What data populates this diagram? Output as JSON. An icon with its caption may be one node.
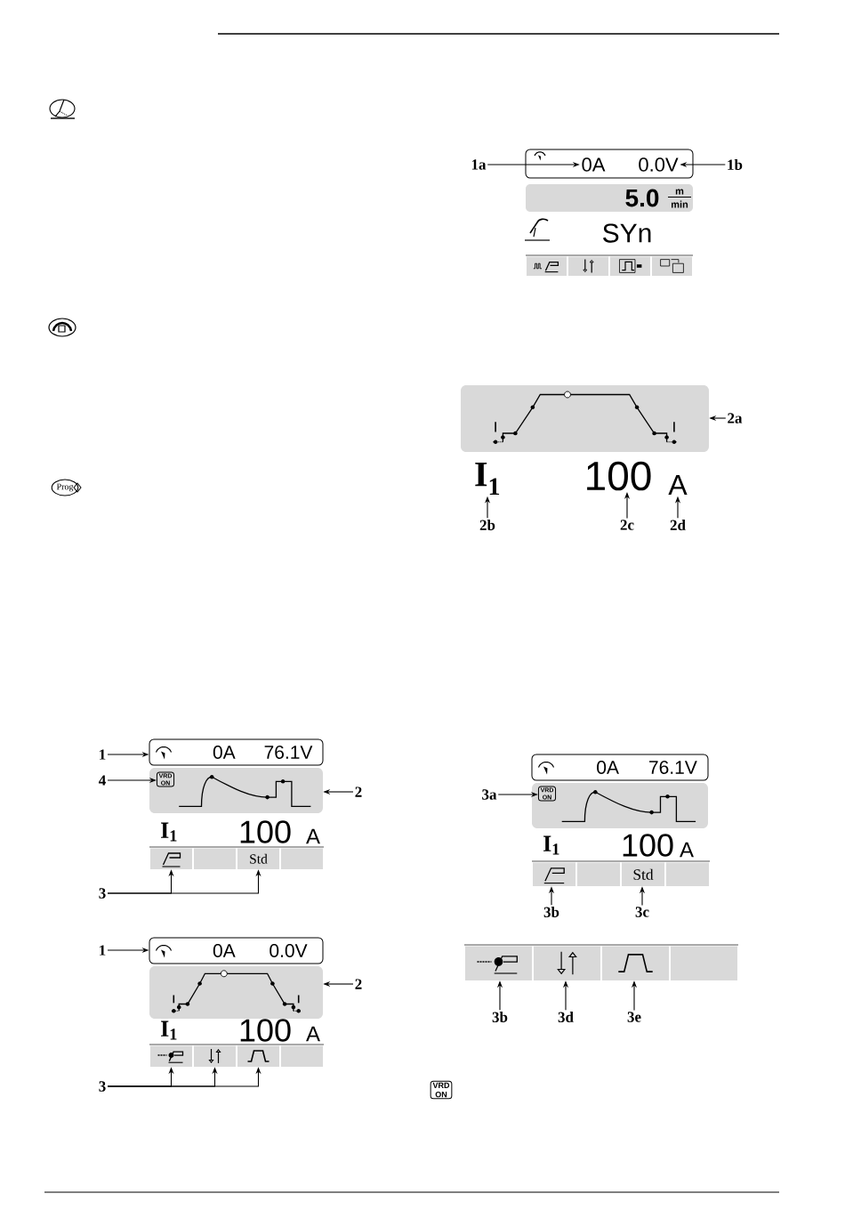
{
  "diagram": {
    "nodes": [
      {
        "text": [
          "1a"
        ]
      },
      {
        "text": [],
        "shape": "box"
      },
      {
        "text": [
          "0A"
        ],
        "in": 1
      },
      {
        "text": [
          "0.0V"
        ],
        "in": 1
      },
      {
        "text": [
          "1b"
        ]
      },
      {
        "text": [
          "5.0",
          "m",
          "min"
        ]
      },
      {
        "text": [],
        "shape": "box"
      },
      {
        "text": [],
        "shape": "box"
      },
      {
        "text": [],
        "shape": "box"
      },
      {
        "text": [],
        "shape": "box"
      },
      {
        "text": [],
        "shape": "box"
      },
      {
        "text": [
          "2a"
        ]
      },
      {
        "text": [
          "I$_{1}$"
        ]
      },
      {
        "text": [
          "100"
        ]
      },
      {
        "text": [
          "A"
        ]
      },
      {
        "text": [
          "2b"
        ]
      },
      {
        "text": [
          "2c"
        ]
      },
      {
        "text": [
          "2d"
        ]
      },
      {
        "text": [
          "1"
        ]
      },
      {
        "text": [
          "0A",
          "76.1V"
        ]
      },
      {
        "text": [
          "4"
        ]
      },
      {
        "text": [],
        "shape": "box"
      },
      {
        "text": [
          "VRD ON"
        ],
        "in": 21
      },
      {
        "text": [
          "2"
        ]
      },
      {
        "text": [],
        "shape": "box"
      },
      {
        "text": [],
        "shape": "box"
      },
      {
        "text": [
          "Std"
        ]
      },
      {
        "text": [],
        "shape": "box"
      },
      {
        "text": [
          "3"
        ]
      },
      {
        "text": [
          "1"
        ]
      },
      {
        "text": [
          "0A",
          "0.0V"
        ]
      },
      {
        "text": [],
        "shape": "box"
      },
      {
        "text": [
          "2"
        ]
      },
      {
        "text": [],
        "shape": "box"
      },
      {
        "text": [],
        "shape": "box"
      },
      {
        "text": [],
        "shape": "box"
      },
      {
        "text": [],
        "shape": "box"
      },
      {
        "text": [
          "3"
        ]
      },
      {
        "text": [
          "0A",
          "76.1V"
        ]
      },
      {
        "text": [
          "3a"
        ]
      },
      {
        "text": [],
        "shape": "box"
      },
      {
        "text": [
          "VRD ON"
        ],
        "in": 40
      },
      {
        "text": [],
        "shape": "box"
      },
      {
        "text": [],
        "shape": "box"
      },
      {
        "text": [
          "Std"
        ]
      },
      {
        "text": [],
        "shape": "box"
      },
      {
        "text": [
          "3b"
        ]
      },
      {
        "text": [
          "3c"
        ]
      },
      {
        "text": [],
        "shape": "box"
      },
      {
        "text": [],
        "shape": "box"
      },
      {
        "text": [],
        "shape": "box"
      },
      {
        "text": [],
        "shape": "box"
      },
      {
        "text": [
          "3b"
        ]
      },
      {
        "text": [
          "3d"
        ]
      },
      {
        "text": [
          "3e"
        ]
      },
      {
        "text": [
          "Prog"
        ]
      },
      {
        "text": [
          "VRD ON"
        ]
      }
    ],
    "edges": [
      {
        "from": 0,
        "to": 2,
        "arrow": "to"
      },
      {
        "from": 4,
        "to": 3,
        "arrow": "to"
      },
      {
        "from": 11,
        "to": 10,
        "arrow": "to"
      },
      {
        "from": 15,
        "to": 12,
        "arrow": "to"
      },
      {
        "from": 16,
        "to": 13,
        "arrow": "to"
      },
      {
        "from": 17,
        "to": 14,
        "arrow": "to"
      },
      {
        "from": 18,
        "to": 19,
        "arrow": "to"
      },
      {
        "from": 20,
        "to": 22,
        "arrow": "to"
      },
      {
        "from": 23,
        "to": 21,
        "arrow": "to"
      },
      {
        "from": 28,
        "to": 24,
        "arrow": "to"
      },
      {
        "from": 28,
        "to": 26,
        "arrow": "to"
      },
      {
        "from": 29,
        "to": 30,
        "arrow": "to"
      },
      {
        "from": 32,
        "to": 31,
        "arrow": "to"
      },
      {
        "from": 37,
        "to": 33,
        "arrow": "to"
      },
      {
        "from": 37,
        "to": 34,
        "arrow": "to"
      },
      {
        "from": 37,
        "to": 35,
        "arrow": "to"
      },
      {
        "from": 39,
        "to": 41,
        "arrow": "to"
      },
      {
        "from": 46,
        "to": 42,
        "arrow": "to"
      },
      {
        "from": 47,
        "to": 44,
        "arrow": "to"
      },
      {
        "from": 52,
        "to": 48,
        "arrow": "to"
      },
      {
        "from": 53,
        "to": 49,
        "arrow": "to"
      },
      {
        "from": 54,
        "to": 50,
        "arrow": "to"
      }
    ],
    "labels": [
      "SYn",
      "I$_{1}$",
      "100",
      "A",
      "I$_{1}$",
      "100",
      "A",
      "I$_{1}$",
      "100",
      "A"
    ]
  }
}
